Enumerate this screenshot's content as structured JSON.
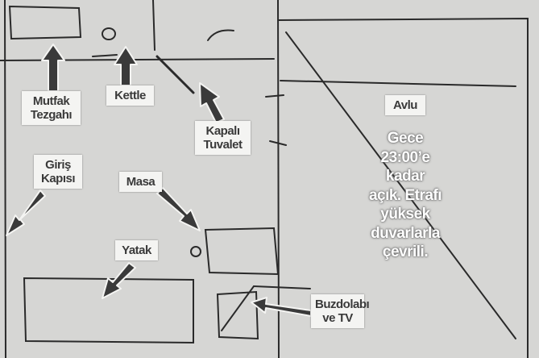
{
  "labels": {
    "mutfak": [
      "Mutfak",
      "Tezgahı"
    ],
    "kettle": [
      "Kettle"
    ],
    "tuvalet": [
      "Kapalı",
      "Tuvalet"
    ],
    "giris": [
      "Giriş",
      "Kapısı"
    ],
    "masa": [
      "Masa"
    ],
    "yatak": [
      "Yatak"
    ],
    "buzdolabi": [
      "Buzdolabı",
      "ve TV"
    ],
    "avlu": [
      "Avlu"
    ]
  },
  "avlu_note": [
    "Gece",
    "23:00’e",
    "kadar",
    "açık. Etrafı",
    "yüksek",
    "duvarlarla",
    "çevrili."
  ],
  "colors": {
    "background": "#d6d6d4",
    "ink": "#2a2a2a",
    "arrow": "#3a3a3a",
    "label_bg": "#f4f4f2"
  }
}
